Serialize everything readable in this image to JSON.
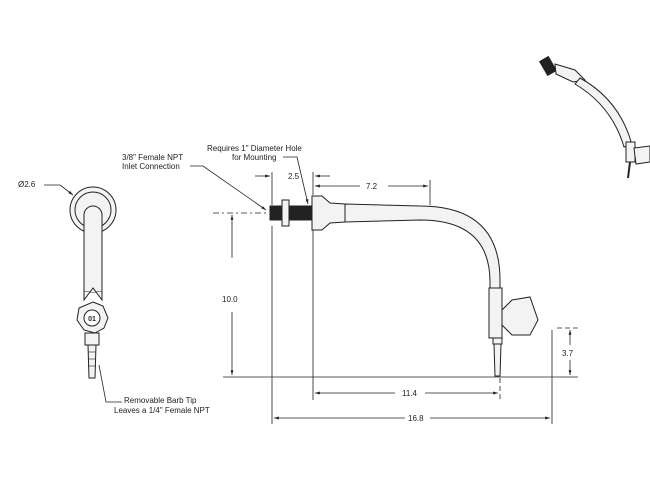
{
  "annotations": {
    "diameter": "Ø2.6",
    "inlet_line1": "3/8\" Female NPT",
    "inlet_line2": "Inlet Connection",
    "hole_line1": "Requires 1\" Diameter Hole",
    "hole_line2": "for Mounting",
    "barb_line1": "Removable Barb Tip",
    "barb_line2": "Leaves a 1/4\" Female NPT",
    "handle_mark": "01"
  },
  "dimensions": {
    "flange": "2.5",
    "spout_reach_top": "7.2",
    "height": "10.0",
    "outlet_height": "3.7",
    "reach": "11.4",
    "overall": "16.8"
  }
}
